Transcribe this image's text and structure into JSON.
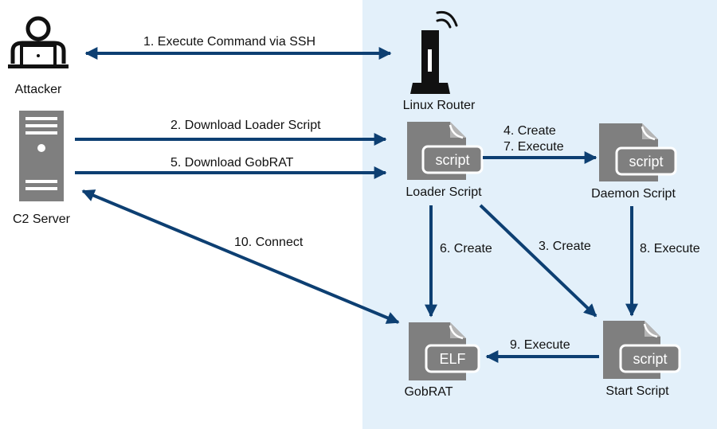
{
  "colors": {
    "arrow": "#0d3f72",
    "icon": "#7f7f7f",
    "panel": "#e3f0fa",
    "text": "#111111"
  },
  "nodes": {
    "attacker": {
      "label": "Attacker",
      "icon": "person-laptop-icon"
    },
    "c2_server": {
      "label": "C2 Server",
      "icon": "server-tower-icon"
    },
    "linux_router": {
      "label": "Linux Router",
      "icon": "router-antenna-icon"
    },
    "loader_script": {
      "label": "Loader Script",
      "icon": "script-file-icon",
      "tag": "script"
    },
    "daemon_script": {
      "label": "Daemon Script",
      "icon": "script-file-icon",
      "tag": "script"
    },
    "start_script": {
      "label": "Start Script",
      "icon": "script-file-icon",
      "tag": "script"
    },
    "gobrat": {
      "label": "GobRAT",
      "icon": "elf-file-icon",
      "tag": "ELF"
    }
  },
  "edges": {
    "ssh": {
      "label": "1.   Execute Command via SSH"
    },
    "download_loader": {
      "label": "2. Download Loader Script"
    },
    "create_start": {
      "label": "3. Create"
    },
    "create_daemon": {
      "label": "4. Create"
    },
    "execute_daemon": {
      "label": "7. Execute"
    },
    "download_gobrat": {
      "label": "5. Download GobRAT"
    },
    "create_gobrat": {
      "label": "6. Create"
    },
    "execute_start": {
      "label": "8. Execute"
    },
    "execute_gobrat": {
      "label": "9. Execute"
    },
    "connect": {
      "label": "10. Connect"
    }
  }
}
